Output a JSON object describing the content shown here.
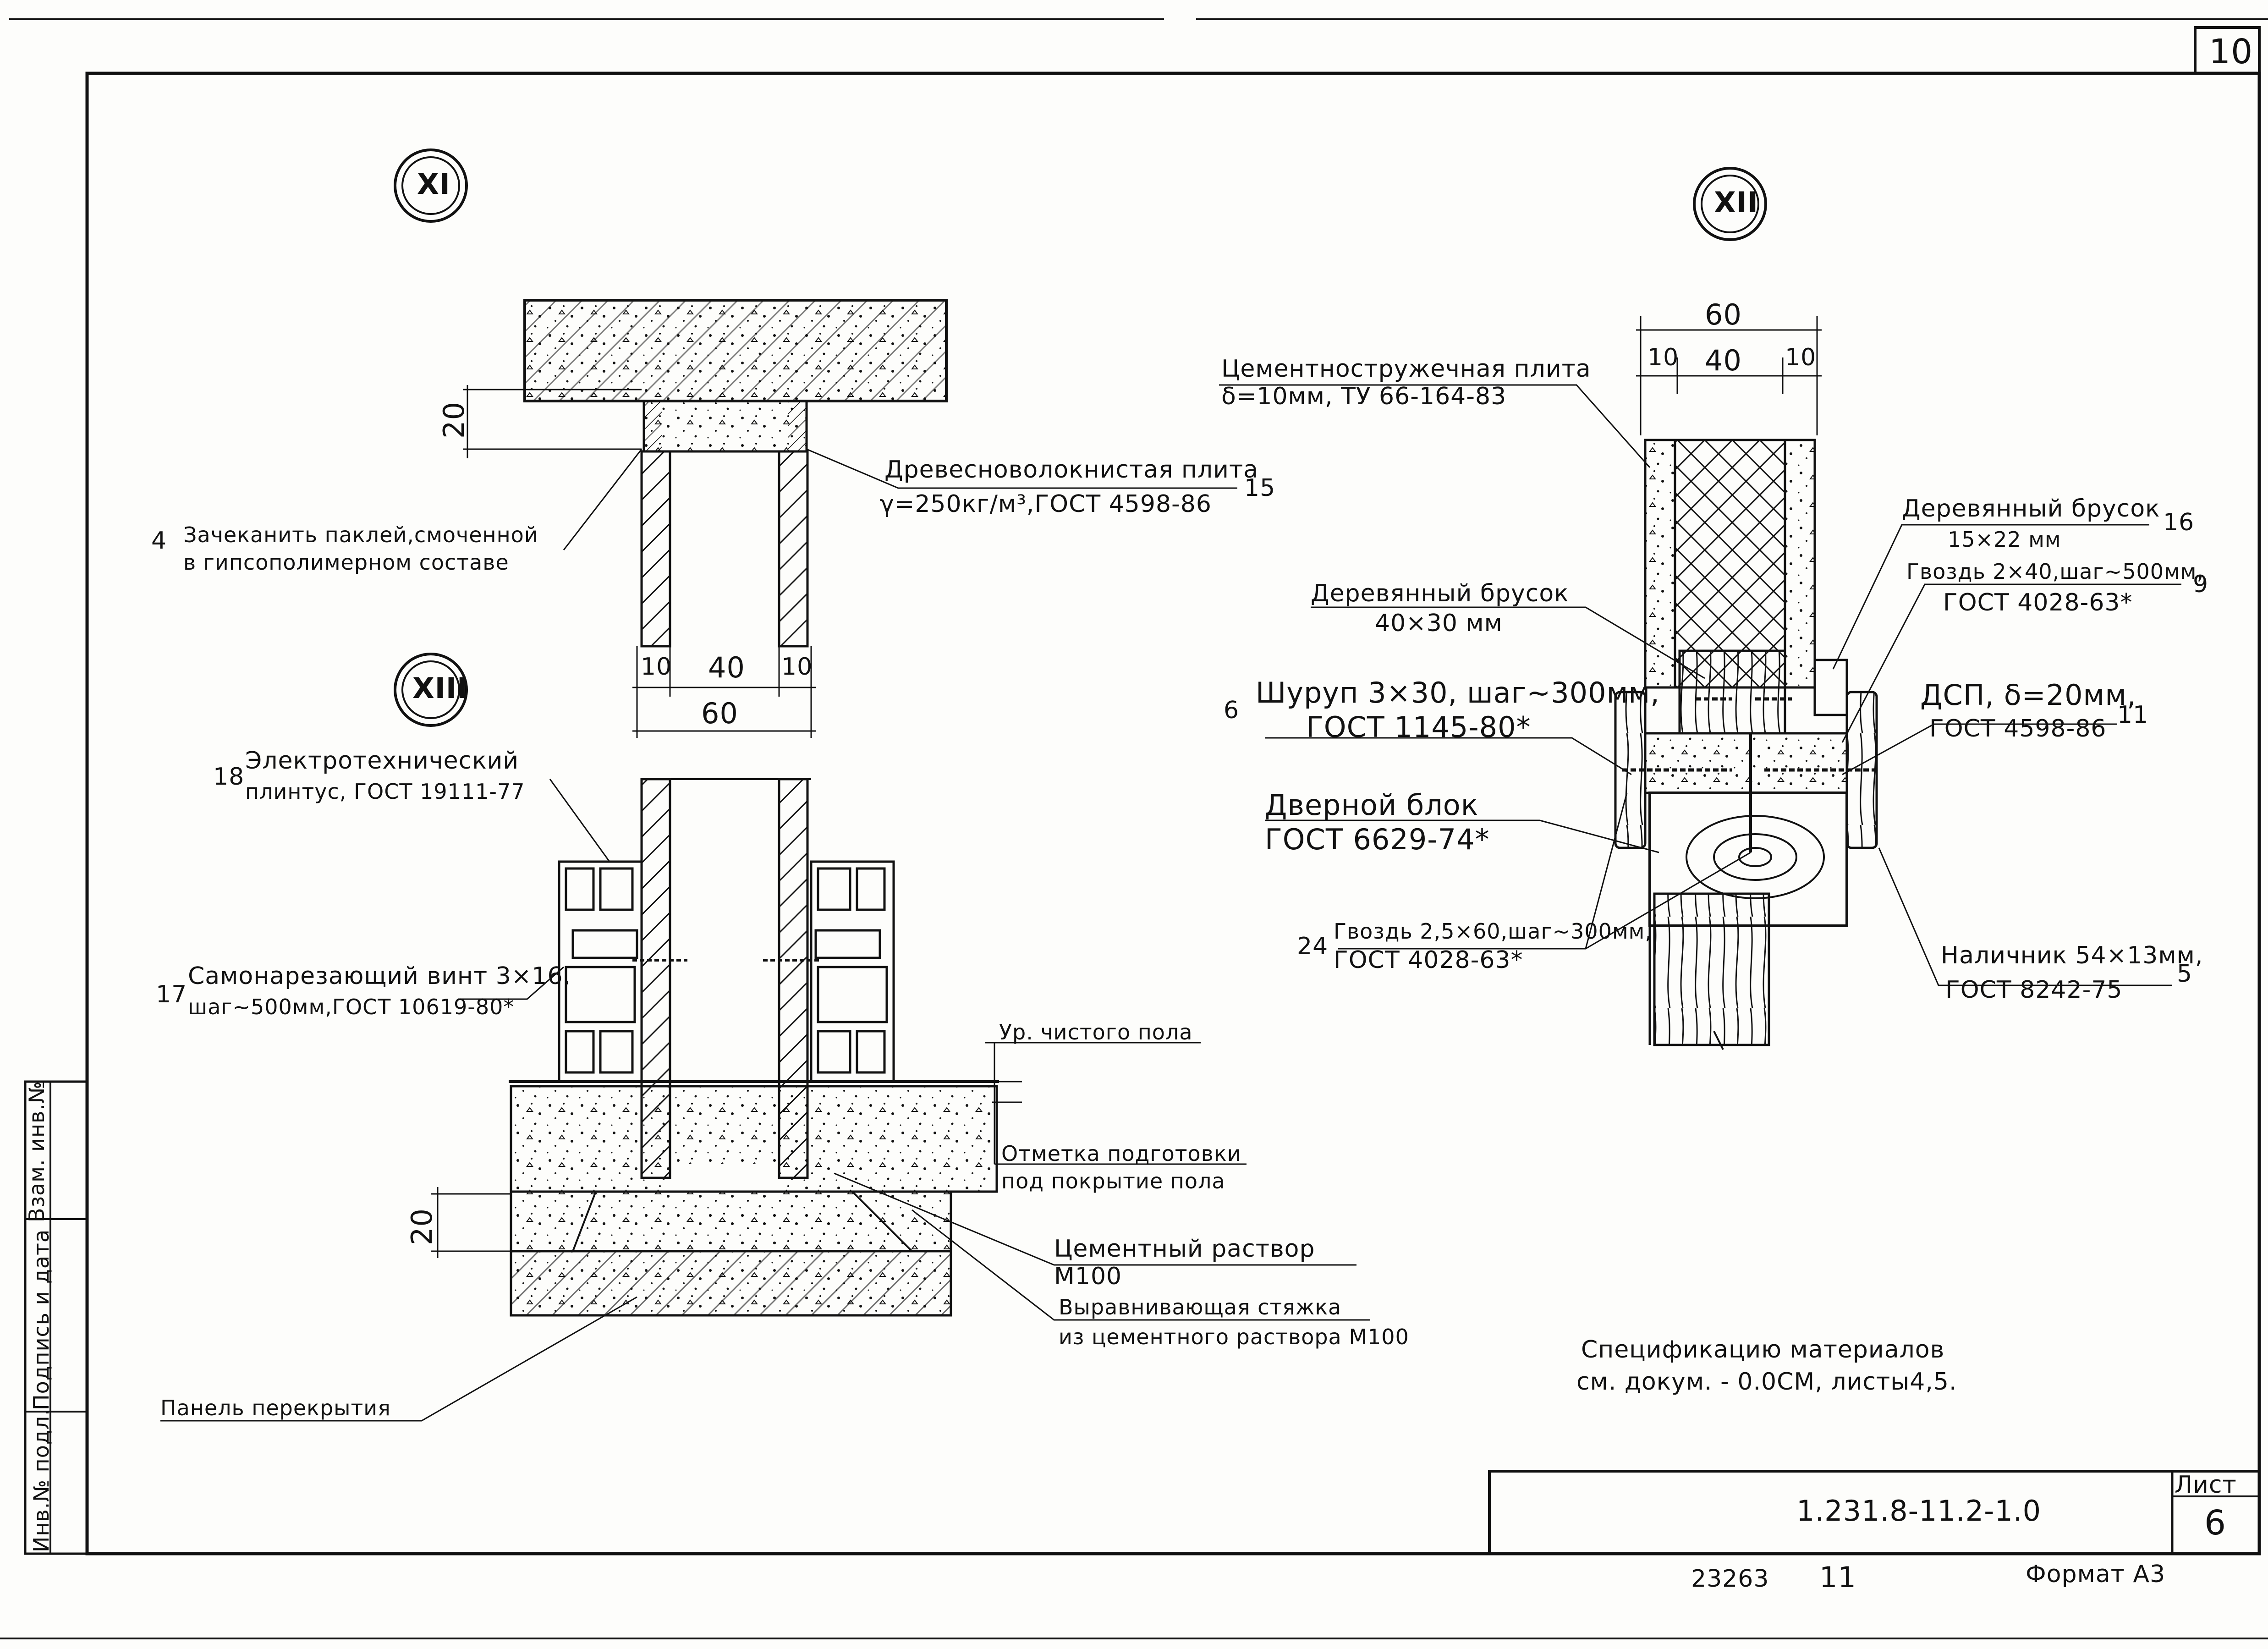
{
  "sheet": {
    "top_right_number": "10",
    "list_label": "Лист",
    "list_number": "6",
    "doc_code": "1.231.8-11.2-1.0",
    "bottom_code": "23263",
    "bottom_num": "11",
    "format": "Формат А3",
    "side_stamp": [
      "Инв.№ подл.",
      "Подпись и дата",
      "Взам. инв.№"
    ]
  },
  "details": {
    "xi": {
      "badge": "XI",
      "dim_20": "20",
      "dims": [
        "10",
        "40",
        "10",
        "60"
      ],
      "callouts": {
        "c4": {
          "num": "4",
          "line1": "Зачеканить паклей,смоченной",
          "line2": "в гипсополимерном составе"
        },
        "c15": {
          "num": "15",
          "line1": "Древесноволокнистая плита",
          "line2": "γ=250кг/м³,ГОСТ 4598-86"
        }
      }
    },
    "xii": {
      "badge": "XII",
      "dims": [
        "60",
        "10",
        "40",
        "10"
      ],
      "callouts": {
        "csp": {
          "line1": "Цементностружечная плита",
          "line2": "δ=10мм, ТУ 66-164-83"
        },
        "brusok40": {
          "line1": "Деревянный брусок",
          "line2": "40×30 мм"
        },
        "c6": {
          "num": "6",
          "line1": "Шуруп 3×30, шаг~300мм,",
          "line2": "ГОСТ 1145-80*"
        },
        "door": {
          "line1": "Дверной блок",
          "line2": "ГОСТ 6629-74*"
        },
        "c24": {
          "num": "24",
          "line1": "Гвоздь 2,5×60,шаг~300мм,",
          "line2": "ГОСТ 4028-63*"
        },
        "c16": {
          "num": "16",
          "line1": "Деревянный брусок",
          "line2": "15×22 мм"
        },
        "c9": {
          "num": "9",
          "line1": "Гвоздь 2×40,шаг~500мм,",
          "line2": "ГОСТ 4028-63*"
        },
        "c11": {
          "num": "11",
          "line1": "ДСП, δ=20мм,",
          "line2": "ГОСТ 4598-86"
        },
        "c5": {
          "num": "5",
          "line1": "Наличник 54×13мм,",
          "line2": "ГОСТ 8242-75"
        }
      }
    },
    "xiii": {
      "badge": "XIII",
      "dim_20": "20",
      "callouts": {
        "c18": {
          "num": "18",
          "line1": "Электротехнический",
          "line2": "плинтус, ГОСТ 19111-77"
        },
        "c17": {
          "num": "17",
          "line1": "Самонарезающий винт 3×16,",
          "line2": "шаг~500мм,ГОСТ 10619-80*"
        },
        "floor": {
          "line1": "Ур. чистого пола"
        },
        "prep": {
          "line1": "Отметка подготовки",
          "line2": "под покрытие пола"
        },
        "mortar": {
          "line1": "Цементный раствор",
          "line2": "М100"
        },
        "screed": {
          "line1": "Выравнивающая стяжка",
          "line2": "из цементного раствора М100"
        },
        "panel": {
          "line1": "Панель перекрытия"
        }
      }
    }
  },
  "spec_note": {
    "line1": "Спецификацию материалов",
    "line2": "см. докум. - 0.0СМ, листы4,5."
  }
}
